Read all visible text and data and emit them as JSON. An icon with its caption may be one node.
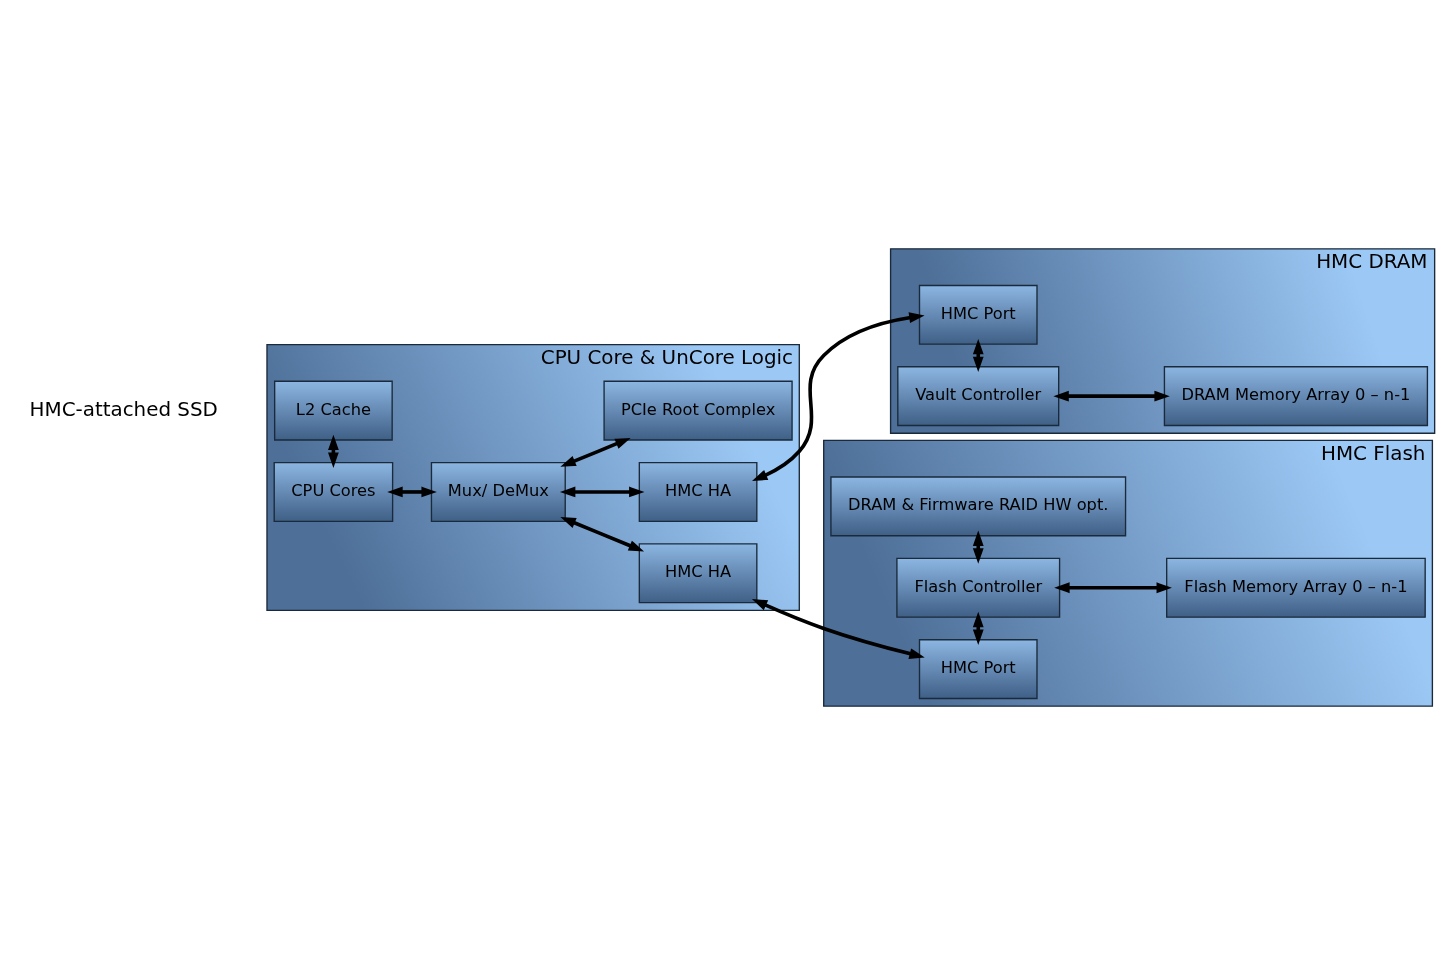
{
  "diagram": {
    "nodes": [
      {
        "text": [
          "CPU Core & UnCore Logic"
        ]
      },
      {
        "text": [
          "CPU Cores"
        ],
        "in": 0
      },
      {
        "text": [
          "L2 Cache"
        ],
        "in": 0
      },
      {
        "text": [
          "Mux/ DeMux"
        ],
        "in": 0
      },
      {
        "text": [
          "HMC HA"
        ],
        "in": 0
      },
      {
        "text": [
          "HMC HA"
        ],
        "in": 0
      },
      {
        "text": [
          "PCIe Root Complex"
        ],
        "in": 0
      },
      {
        "text": [
          "HMC DRAM"
        ]
      },
      {
        "text": [
          "Vault Controller"
        ],
        "in": 7
      },
      {
        "text": [
          "DRAM Memory Array 0 – n-1"
        ],
        "in": 7
      },
      {
        "text": [
          "HMC Port"
        ],
        "in": 7
      },
      {
        "text": [
          "HMC Flash"
        ]
      },
      {
        "text": [
          "HMC Port"
        ],
        "in": 11
      },
      {
        "text": [
          "Flash Controller"
        ],
        "in": 11
      },
      {
        "text": [
          "Flash Memory Array 0 – n-1"
        ],
        "in": 11
      },
      {
        "text": [
          "DRAM & Firmware RAID HW opt."
        ],
        "in": 11
      }
    ],
    "edges": [
      {
        "from": 1,
        "to": 3,
        "arrow": "both"
      },
      {
        "from": 1,
        "to": 2,
        "arrow": "both"
      },
      {
        "from": 3,
        "to": 4,
        "arrow": "both"
      },
      {
        "from": 3,
        "to": 5,
        "arrow": "both"
      },
      {
        "from": 3,
        "to": 6,
        "arrow": "both"
      },
      {
        "from": 4,
        "to": 10,
        "arrow": "both"
      },
      {
        "from": 5,
        "to": 12,
        "arrow": "both"
      },
      {
        "from": 8,
        "to": 9,
        "arrow": "both"
      },
      {
        "from": 8,
        "to": 10,
        "arrow": "both"
      },
      {
        "from": 12,
        "to": 13,
        "arrow": "both"
      },
      {
        "from": 13,
        "to": 14,
        "arrow": "both"
      },
      {
        "from": 13,
        "to": 15,
        "arrow": "both"
      }
    ],
    "labels": [
      "HMC-attached SSD"
    ]
  }
}
